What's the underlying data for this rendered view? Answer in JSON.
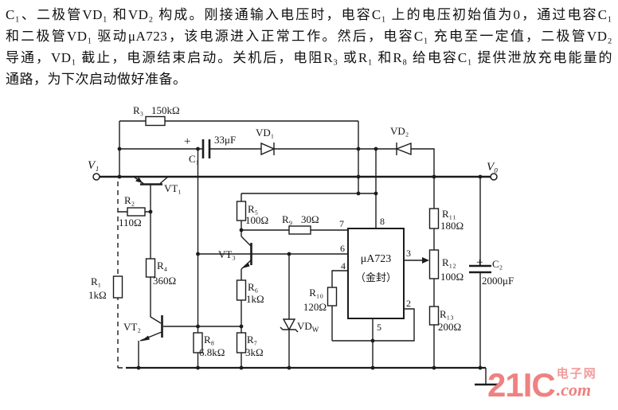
{
  "description": {
    "lines": [
      "C₁、二极管VD₁ 和VD₂ 构成。刚接通输入电压时，电容C₁ 上的电压初始值为0，通过电容C₁",
      "和二极管VD₁ 驱动μA723，该电源进入正常工作。然后，电容C₁ 充电至一定值，二极管VD₂",
      "导通，VD₁ 截止，电源结束启动。关机后，电阻R₃ 或R₁ 和R₈ 给电容C₁ 提供泄放充电能量的",
      "通路，为下次启动做好准备。"
    ]
  },
  "circuit": {
    "terminals": {
      "input": "V₁",
      "output": "V₀"
    },
    "transistors": {
      "vt1": "VT₁",
      "vt2": "VT₂",
      "vt3": "VT₃"
    },
    "diodes": {
      "vd1": "VD₁",
      "vd2": "VD₂",
      "vdw_main": "VD",
      "vdw_sub": "W"
    },
    "resistors": {
      "r1": {
        "label": "R₁",
        "value": "1kΩ"
      },
      "r2": {
        "label": "R₂",
        "value": "110Ω"
      },
      "r3": {
        "label": "R₃",
        "value": "150kΩ"
      },
      "r4": {
        "label": "R₄",
        "value": "360Ω"
      },
      "r5": {
        "label": "R₅",
        "value": "100Ω"
      },
      "r6": {
        "label": "R₆",
        "value": "1kΩ"
      },
      "r7": {
        "label": "R₇",
        "value": "3kΩ"
      },
      "r8": {
        "label": "R₈",
        "value": "6.8kΩ"
      },
      "r9": {
        "label": "R₉",
        "value": "30Ω"
      },
      "r10": {
        "label": "R₁₀",
        "value": "120Ω"
      },
      "r11": {
        "label": "R₁₁",
        "value": "180Ω"
      },
      "r12": {
        "label": "R₁₂",
        "value": "100Ω"
      },
      "r13": {
        "label": "R₁₃",
        "value": "200Ω"
      }
    },
    "capacitors": {
      "c1": {
        "label": "C₁",
        "value": "33μF",
        "polarity": "+"
      },
      "c2": {
        "label": "C₂",
        "value": "2000μF",
        "polarity": "+"
      }
    },
    "ic": {
      "name": "μA723",
      "package": "（金封）",
      "pins": {
        "p2": "2",
        "p3": "3",
        "p4": "4",
        "p5": "5",
        "p6": "6",
        "p7": "7",
        "p8": "8"
      }
    }
  },
  "watermark": {
    "brand": "21IC",
    "site": "电子网",
    "tld": "com",
    "dot": "."
  }
}
